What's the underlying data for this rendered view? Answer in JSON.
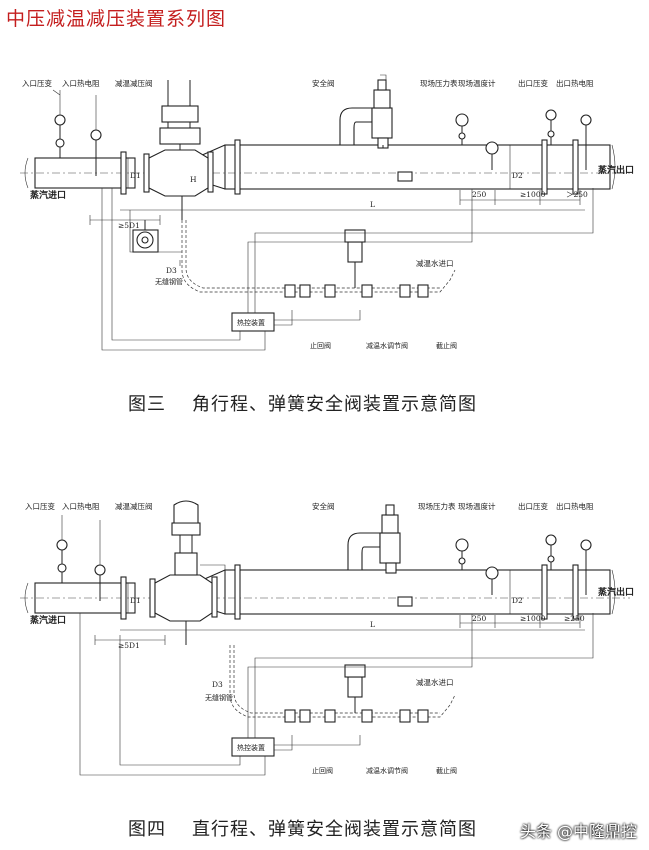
{
  "page_title": "中压减温减压装置系列图",
  "figures": [
    {
      "caption_num": "图三",
      "caption_text": "角行程、弹簧安全阀装置示意简图",
      "labels": {
        "inlet_pressure": "入口压变",
        "inlet_thermal": "入口热电阻",
        "reducing_valve": "减温减压阀",
        "safety_valve": "安全阀",
        "site_pressure_gauge": "现场压力表",
        "site_thermometer": "现场温度计",
        "outlet_pressure": "出口压变",
        "outlet_thermal": "出口热电阻",
        "steam_inlet": "蒸汽进口",
        "steam_outlet": "蒸汽出口",
        "water_inlet": "减温水进口",
        "seamless_pipe": "无缝钢管",
        "thermal_control": "热控装置",
        "check_valve": "止回阀",
        "water_regulator": "减温水调节阀",
        "shutoff_valve": "截止阀"
      },
      "dims": {
        "d1": "D1",
        "d2": "D2",
        "d3": "D3",
        "h": "H",
        "five_d1": "≥5D1",
        "l": "L",
        "d250a": "250",
        "d1000": "≥1000",
        "d250b": "＞250"
      }
    },
    {
      "caption_num": "图四",
      "caption_text": "直行程、弹簧安全阀装置示意简图",
      "labels": {
        "inlet_pressure": "入口压变",
        "inlet_thermal": "入口热电阻",
        "reducing_valve": "减温减压阀",
        "safety_valve": "安全阀",
        "site_pressure_gauge": "现场压力表",
        "site_thermometer": "现场温度计",
        "outlet_pressure": "出口压变",
        "outlet_thermal": "出口热电阻",
        "steam_inlet": "蒸汽进口",
        "steam_outlet": "蒸汽出口",
        "water_inlet": "减温水进口",
        "seamless_pipe": "无缝钢管",
        "thermal_control": "热控装置",
        "check_valve": "止回阀",
        "water_regulator": "减温水调节阀",
        "shutoff_valve": "截止阀"
      },
      "dims": {
        "d1": "D1",
        "d2": "D2",
        "d3": "D3",
        "h": "",
        "five_d1": "≥5D1",
        "l": "L",
        "d250a": "250",
        "d1000": "≥1000",
        "d250b": "≥250"
      }
    }
  ],
  "watermark": "头条 @中隆鼎控"
}
